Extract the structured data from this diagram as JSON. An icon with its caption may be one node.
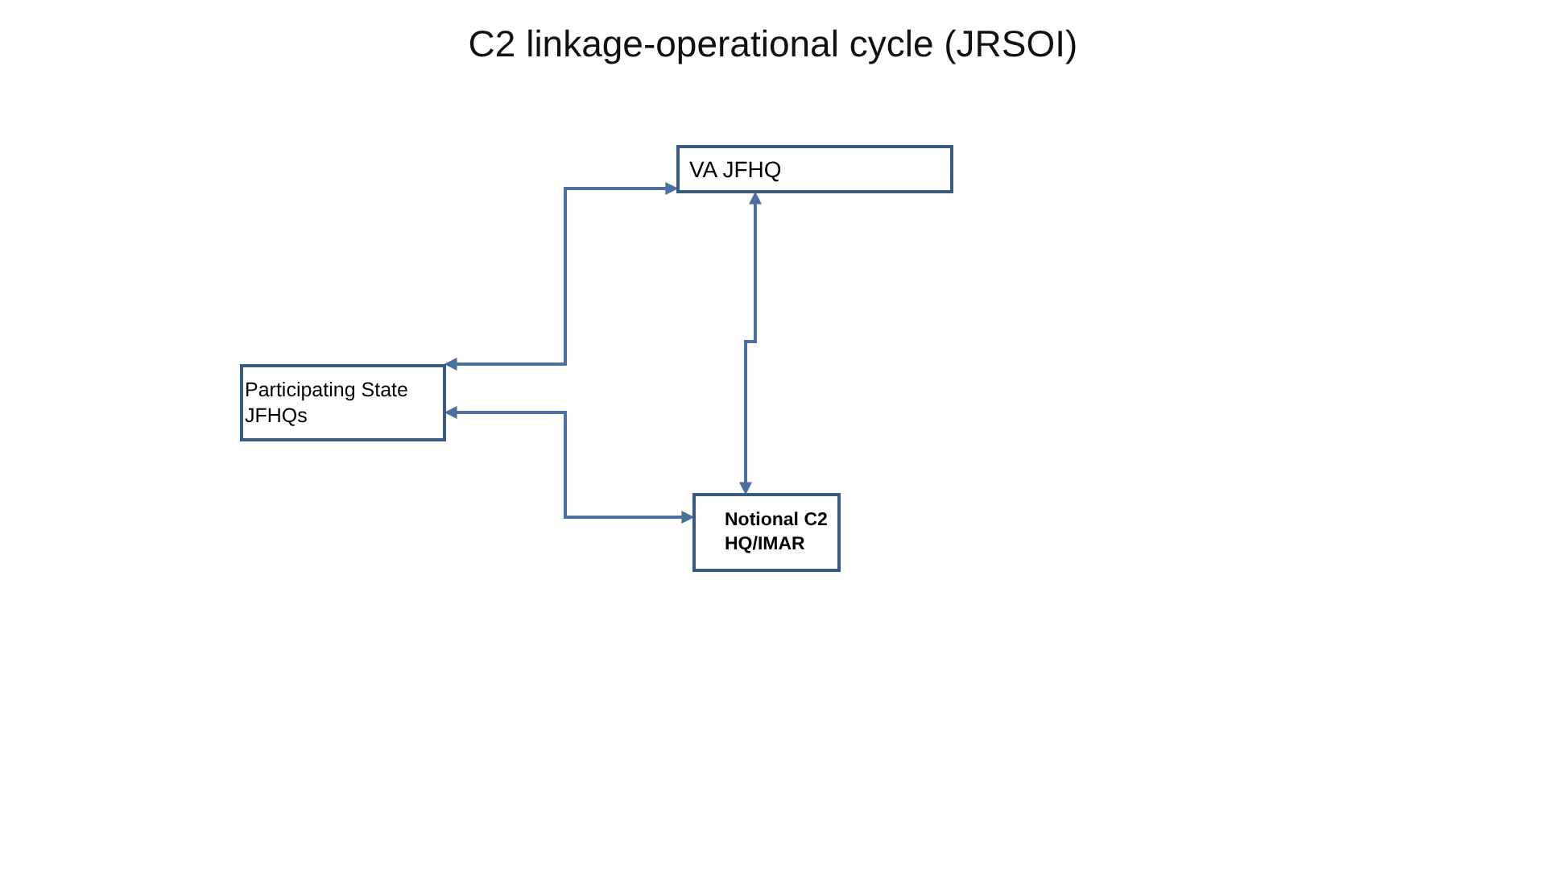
{
  "diagram": {
    "title": "C2 linkage-operational cycle (JRSOI)",
    "nodes": [
      {
        "text": [
          "VA JFHQ"
        ]
      },
      {
        "text": [
          "Participating State JFHQs"
        ]
      },
      {
        "text": [
          "Notional C2 HQ/IMAR"
        ]
      }
    ],
    "edges": [
      {
        "from": 0,
        "to": 1,
        "arrow": "both"
      },
      {
        "from": 1,
        "to": 2,
        "arrow": "both"
      },
      {
        "from": 0,
        "to": 2,
        "arrow": "both"
      }
    ]
  }
}
